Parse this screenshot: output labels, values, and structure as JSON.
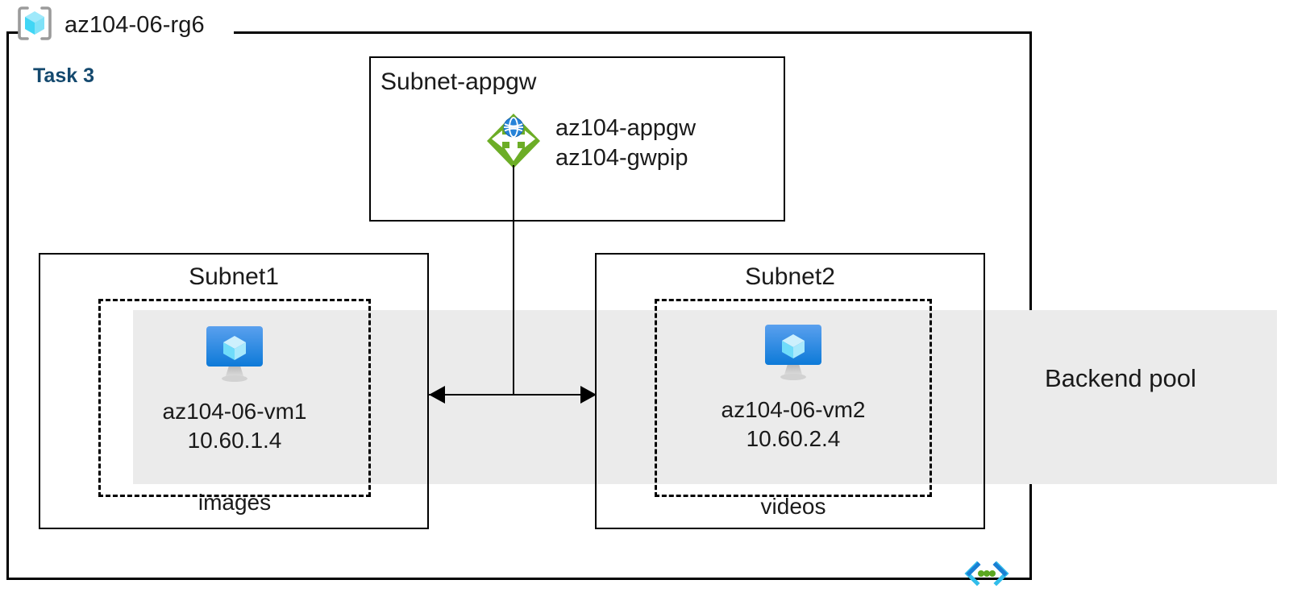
{
  "diagram": {
    "resource_group": {
      "name": "az104-06-rg6",
      "icon": "resource-group-icon"
    },
    "task_label": "Task 3",
    "task_color": "#14496e",
    "backend_pool": {
      "label": "Backend pool",
      "band_color": "#ebebeb"
    },
    "vnet_icon": "virtual-network-icon",
    "subnets": [
      {
        "id": "subnet-appgw",
        "title": "Subnet-appgw",
        "resources": [
          {
            "icon": "application-gateway-icon",
            "icon_color": "#6cad26",
            "lines": [
              "az104-appgw",
              "az104-gwpip"
            ]
          }
        ]
      },
      {
        "id": "subnet1",
        "title": "Subnet1",
        "group_label": "images",
        "vm": {
          "icon": "virtual-machine-icon",
          "name": "az104-06-vm1",
          "ip": "10.60.1.4"
        }
      },
      {
        "id": "subnet2",
        "title": "Subnet2",
        "group_label": "videos",
        "vm": {
          "icon": "virtual-machine-icon",
          "name": "az104-06-vm2",
          "ip": "10.60.2.4"
        }
      }
    ],
    "connector": {
      "type": "bidirectional-arrow",
      "from": "subnet1",
      "to": "subnet2",
      "via": "subnet-appgw"
    }
  }
}
